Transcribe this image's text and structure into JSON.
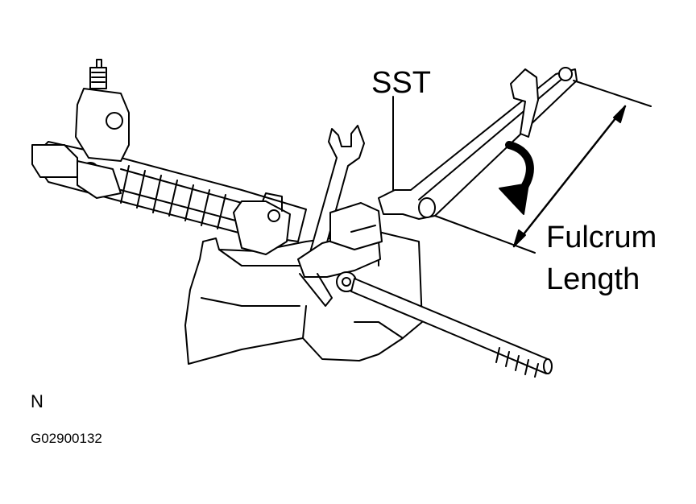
{
  "labels": {
    "sst": "SST",
    "fulcrum": "Fulcrum",
    "length": "Length",
    "n": "N",
    "figure_code": "G02900132"
  },
  "colors": {
    "ink": "#000000",
    "paper": "#ffffff"
  }
}
